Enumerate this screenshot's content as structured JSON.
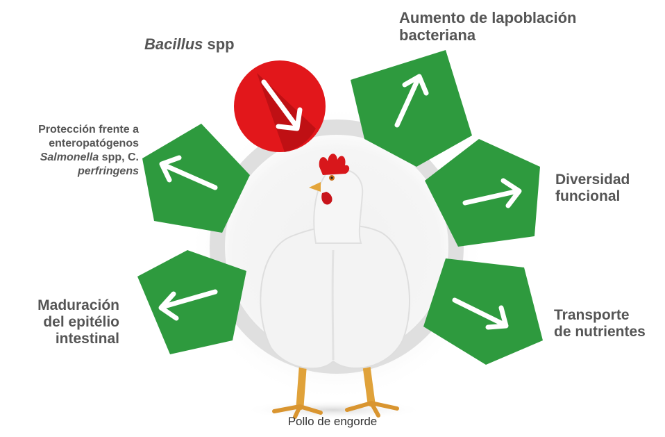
{
  "caption": "Pollo de engorde",
  "colors": {
    "green": "#2e9a3e",
    "red": "#e2171b",
    "dark_red": "#b80f13",
    "label_text": "#555555",
    "arrow": "#ffffff"
  },
  "icons": {
    "up": "arrow-up-right-icon",
    "down": "arrow-down-right-icon",
    "left": "arrow-left-icon",
    "right": "arrow-right-icon",
    "bird": "broiler-chicken-icon"
  },
  "items": {
    "bacillus": {
      "italic": "Bacillus",
      "rest": " spp",
      "direction": "decrease"
    },
    "poblacion": {
      "line1": "Aumento de lapoblación",
      "line2": "bacteriana",
      "direction": "increase"
    },
    "proteccion": {
      "line1": "Protección frente a",
      "line2": "enteropatógenos",
      "italic1": "Salmonella",
      "rest1": " spp, C.",
      "italic2": "perfringens",
      "direction": "increase"
    },
    "diversidad": {
      "line1": "Diversidad",
      "line2": "funcional",
      "direction": "increase"
    },
    "maduracion": {
      "line1": "Maduración",
      "line2": "del epitélio",
      "line3": "intestinal",
      "direction": "increase"
    },
    "transporte": {
      "line1": "Transporte",
      "line2": "de nutrientes",
      "direction": "decrease"
    }
  }
}
